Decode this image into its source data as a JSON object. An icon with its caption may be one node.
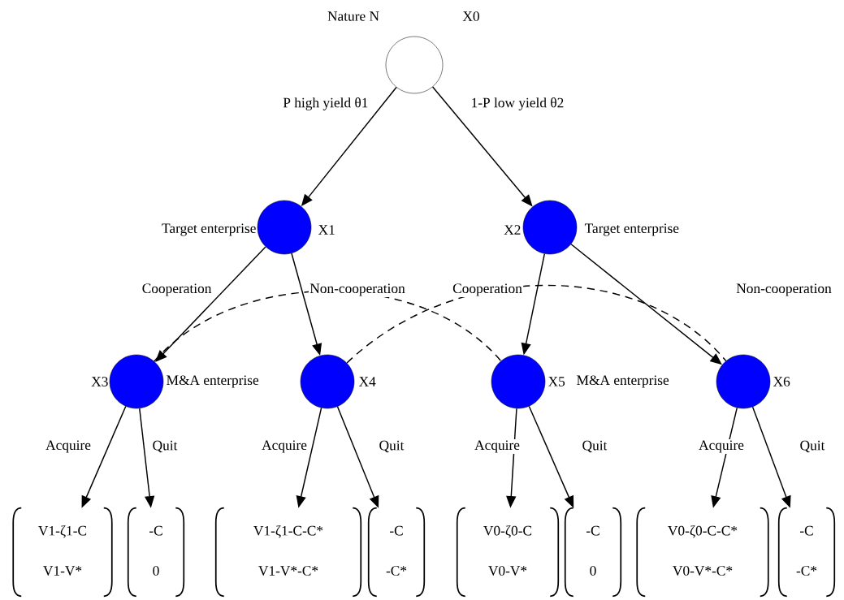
{
  "diagram": {
    "nodes": [
      {
        "text": [
          "Nature N",
          "X0"
        ]
      },
      {
        "text": [
          "Target enterprise",
          "X1"
        ]
      },
      {
        "text": [
          "X2",
          "Target enterprise"
        ]
      },
      {
        "text": [
          "X3",
          "M&A enterprise"
        ]
      },
      {
        "text": [
          "X4"
        ]
      },
      {
        "text": [
          "X5",
          "M&A enterprise"
        ]
      },
      {
        "text": [
          "X6"
        ]
      },
      {
        "text": [
          "V1-ζ1-C",
          "V1-V*"
        ]
      },
      {
        "text": [
          "-C",
          "0"
        ]
      },
      {
        "text": [
          "V1-ζ1-C-C*",
          "V1-V*-C*"
        ]
      },
      {
        "text": [
          "-C",
          "-C*"
        ]
      },
      {
        "text": [
          "V0-ζ0-C",
          "V0-V*"
        ]
      },
      {
        "text": [
          "-C",
          "0"
        ]
      },
      {
        "text": [
          "V0-ζ0-C-C*",
          "V0-V*-C*"
        ]
      },
      {
        "text": [
          "-C",
          "-C*"
        ]
      }
    ],
    "edges": [
      {
        "from": 0,
        "to": 1,
        "arrow": "to",
        "label": "P high yield θ1"
      },
      {
        "from": 0,
        "to": 2,
        "arrow": "to",
        "label": "1-P low yield θ2"
      },
      {
        "from": 1,
        "to": 3,
        "arrow": "to",
        "label": "Cooperation"
      },
      {
        "from": 1,
        "to": 4,
        "arrow": "to",
        "label": "Non-cooperation"
      },
      {
        "from": 2,
        "to": 5,
        "arrow": "to",
        "label": "Cooperation"
      },
      {
        "from": 2,
        "to": 6,
        "arrow": "to",
        "label": "Non-cooperation"
      },
      {
        "from": 3,
        "to": 7,
        "arrow": "to",
        "label": "Acquire"
      },
      {
        "from": 3,
        "to": 8,
        "arrow": "to",
        "label": "Quit"
      },
      {
        "from": 4,
        "to": 9,
        "arrow": "to",
        "label": "Acquire"
      },
      {
        "from": 4,
        "to": 10,
        "arrow": "to",
        "label": "Quit"
      },
      {
        "from": 5,
        "to": 11,
        "arrow": "to",
        "label": "Acquire"
      },
      {
        "from": 5,
        "to": 12,
        "arrow": "to",
        "label": "Quit"
      },
      {
        "from": 6,
        "to": 13,
        "arrow": "to",
        "label": "Acquire"
      },
      {
        "from": 6,
        "to": 14,
        "arrow": "to",
        "label": "Quit"
      },
      {
        "from": 3,
        "to": 5,
        "arrow": "none",
        "style": "dashed"
      },
      {
        "from": 4,
        "to": 6,
        "arrow": "none",
        "style": "dashed"
      }
    ]
  }
}
